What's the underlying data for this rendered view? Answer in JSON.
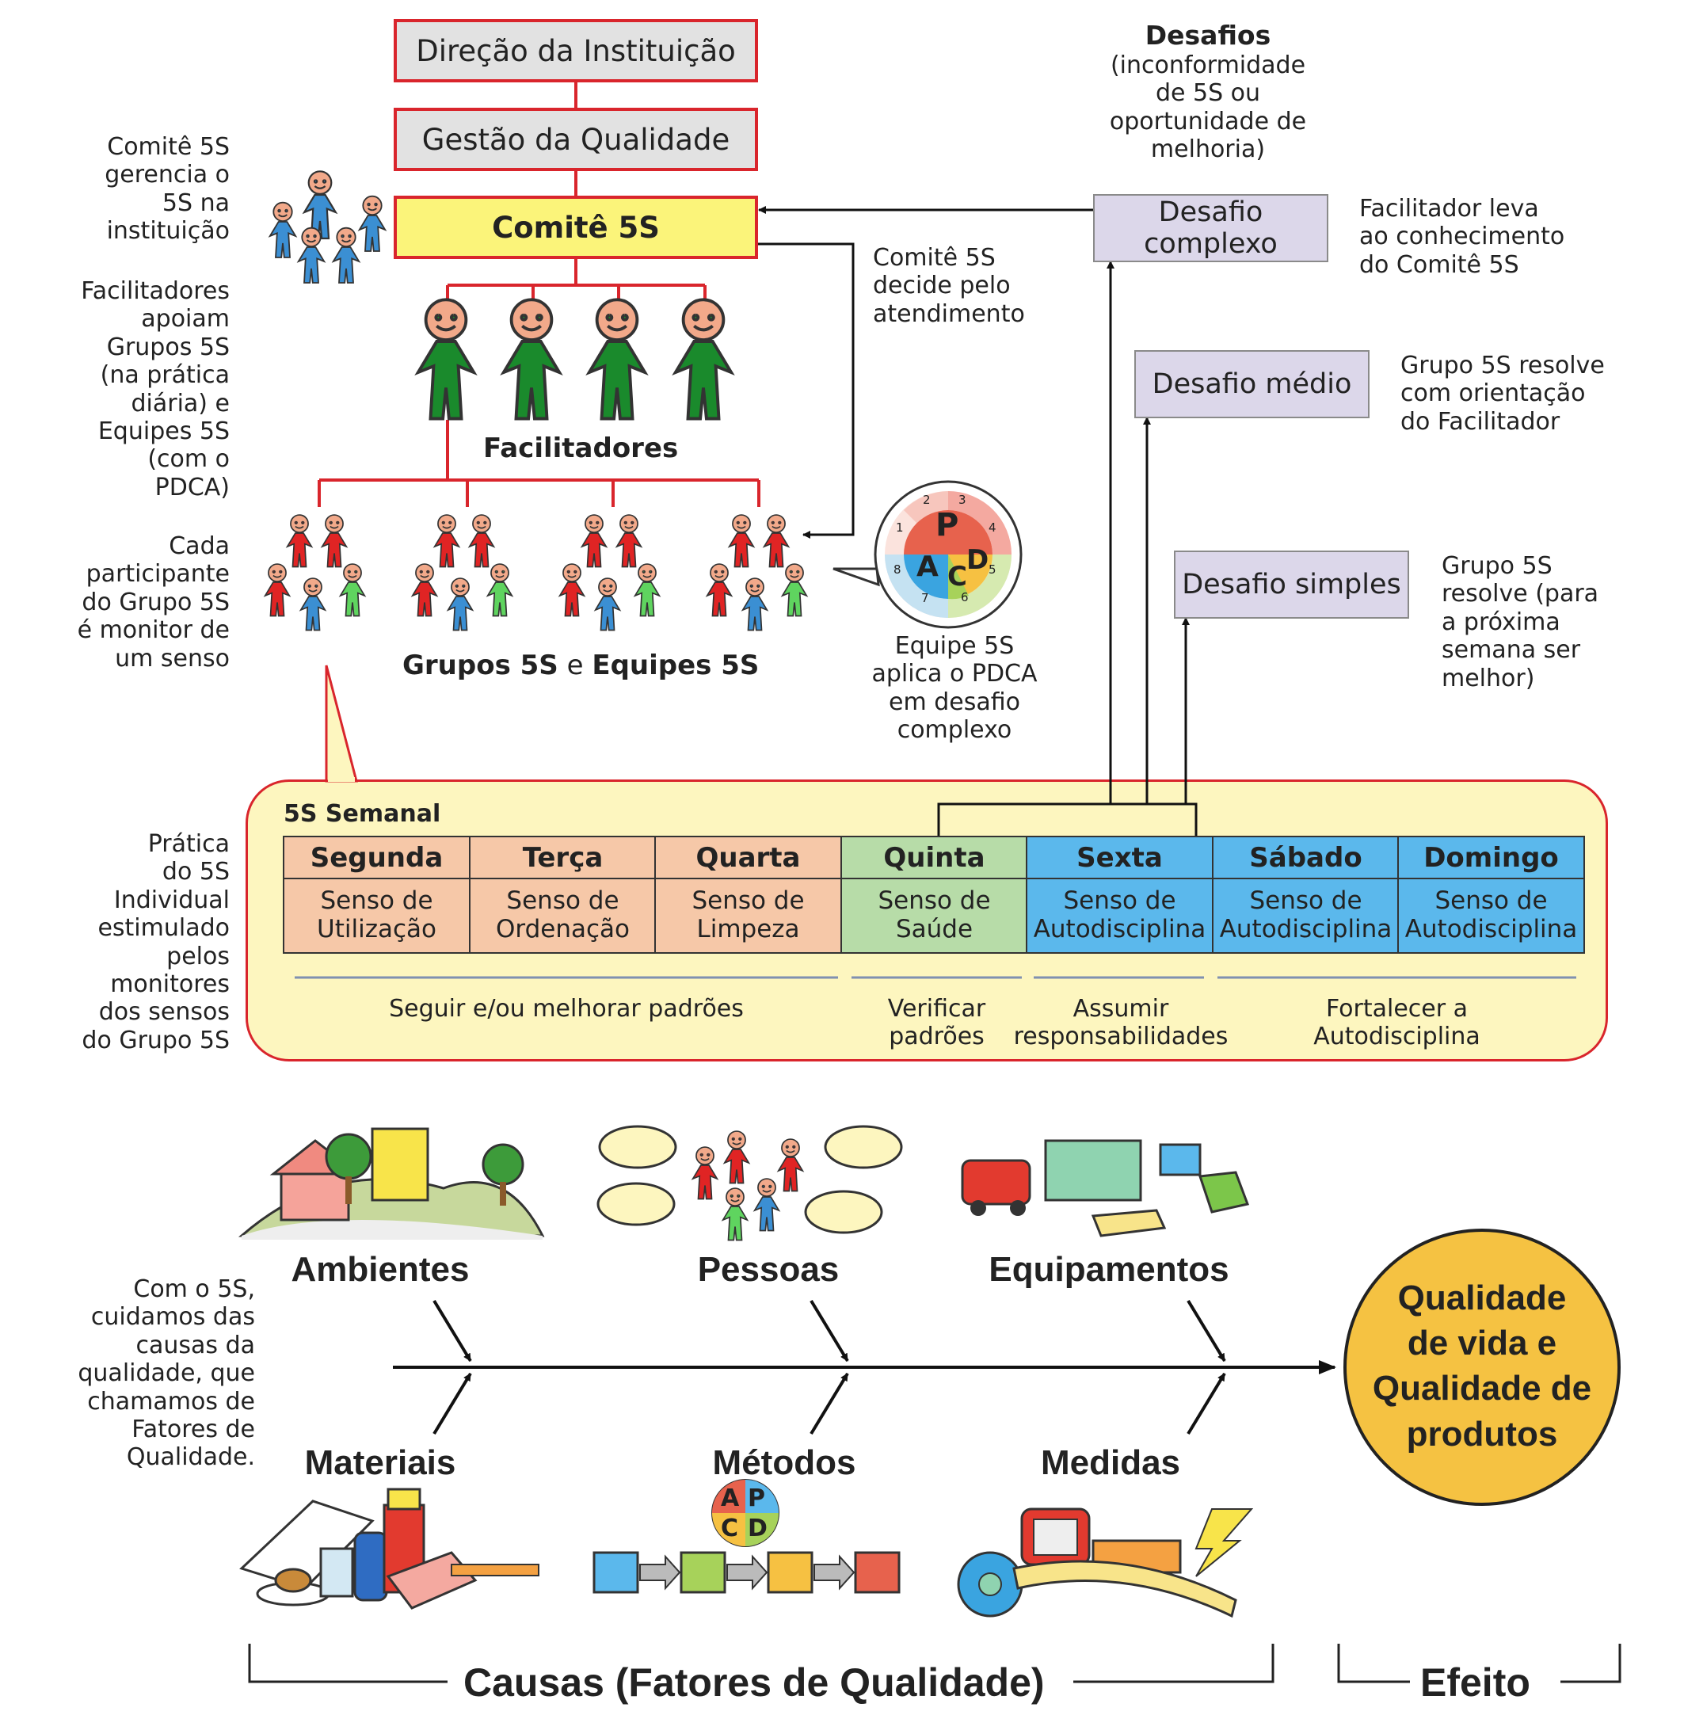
{
  "org": {
    "direcao": "Direção da Instituição",
    "gestao": "Gestão da Qualidade",
    "comite": "Comitê 5S",
    "facilitadores": "Facilitadores",
    "grupos": "Grupos 5S",
    "e": "e",
    "equipes": "Equipes 5S"
  },
  "side_notes": {
    "comite": [
      "Comitê 5S",
      "gerencia o",
      "5S na",
      "instituição"
    ],
    "facilitadores": [
      "Facilitadores",
      "apoiam",
      "Grupos 5S",
      "(na prática",
      "diária) e",
      "Equipes 5S",
      "(com o",
      "PDCA)"
    ],
    "participante": [
      "Cada",
      "participante",
      "do Grupo 5S",
      "é monitor de",
      "um senso"
    ],
    "pratica": [
      "Prática",
      "do 5S",
      "Individual",
      "estimulado",
      "pelos",
      "monitores",
      "dos sensos",
      "do Grupo 5S"
    ],
    "causas": [
      "Com o 5S,",
      "cuidamos das",
      "causas da",
      "qualidade, que",
      "chamamos de",
      "Fatores de",
      "Qualidade."
    ]
  },
  "decide_note": [
    "Comitê 5S",
    "decide pelo",
    "atendimento"
  ],
  "pdca": {
    "letters": {
      "p": "P",
      "d": "D",
      "c": "C",
      "a": "A"
    },
    "numbers": [
      "1",
      "2",
      "3",
      "4",
      "5",
      "6",
      "7",
      "8"
    ],
    "note": [
      "Equipe 5S",
      "aplica o PDCA",
      "em desafio",
      "complexo"
    ]
  },
  "desafios": {
    "title": "Desafios",
    "subtitle": [
      "(inconformidade",
      "de 5S ou",
      "oportunidade de",
      "melhoria)"
    ],
    "complexo": {
      "label": [
        "Desafio",
        "complexo"
      ],
      "note": [
        "Facilitador leva",
        "ao conhecimento",
        "do Comitê 5S"
      ]
    },
    "medio": {
      "label": "Desafio médio",
      "note": [
        "Grupo 5S resolve",
        "com orientação",
        "do Facilitador"
      ]
    },
    "simples": {
      "label": "Desafio simples",
      "note": [
        "Grupo 5S",
        "resolve (para",
        "a próxima",
        "semana ser",
        "melhor)"
      ]
    }
  },
  "semanal": {
    "title": "5S Semanal",
    "days": [
      {
        "name": "Segunda",
        "senso": [
          "Senso de",
          "Utilização"
        ],
        "color": "#f6c8a8"
      },
      {
        "name": "Terça",
        "senso": [
          "Senso de",
          "Ordenação"
        ],
        "color": "#f6c8a8"
      },
      {
        "name": "Quarta",
        "senso": [
          "Senso de",
          "Limpeza"
        ],
        "color": "#f6c8a8"
      },
      {
        "name": "Quinta",
        "senso": [
          "Senso de",
          "Saúde"
        ],
        "color": "#b7dca8"
      },
      {
        "name": "Sexta",
        "senso": [
          "Senso de",
          "Autodisciplina"
        ],
        "color": "#5bb8ec"
      },
      {
        "name": "Sábado",
        "senso": [
          "Senso de",
          "Autodisciplina"
        ],
        "color": "#5bb8ec"
      },
      {
        "name": "Domingo",
        "senso": [
          "Senso de",
          "Autodisciplina"
        ],
        "color": "#5bb8ec"
      }
    ],
    "groups": [
      [
        "Seguir e/ou melhorar padrões"
      ],
      [
        "Verificar",
        "padrões"
      ],
      [
        "Assumir",
        "responsabilidades"
      ],
      [
        "Fortalecer a",
        "Autodisciplina"
      ]
    ]
  },
  "fishbone": {
    "top": [
      "Ambientes",
      "Pessoas",
      "Equipamentos"
    ],
    "bottom": [
      "Materiais",
      "Métodos",
      "Medidas"
    ],
    "efeito": [
      "Qualidade",
      "de vida e",
      "Qualidade de",
      "produtos"
    ],
    "metodos_pdca": {
      "a": "A",
      "p": "P",
      "c": "C",
      "d": "D"
    },
    "causas_label": "Causas (Fatores de Qualidade)",
    "efeito_label": "Efeito"
  },
  "colors": {
    "red": "#d9252c",
    "comite_yellow": "#fbf47a",
    "challenge_purple": "#dcd7ea",
    "semanal_bg": "#fdf6bf",
    "efeito_yellow": "#f5c242"
  }
}
